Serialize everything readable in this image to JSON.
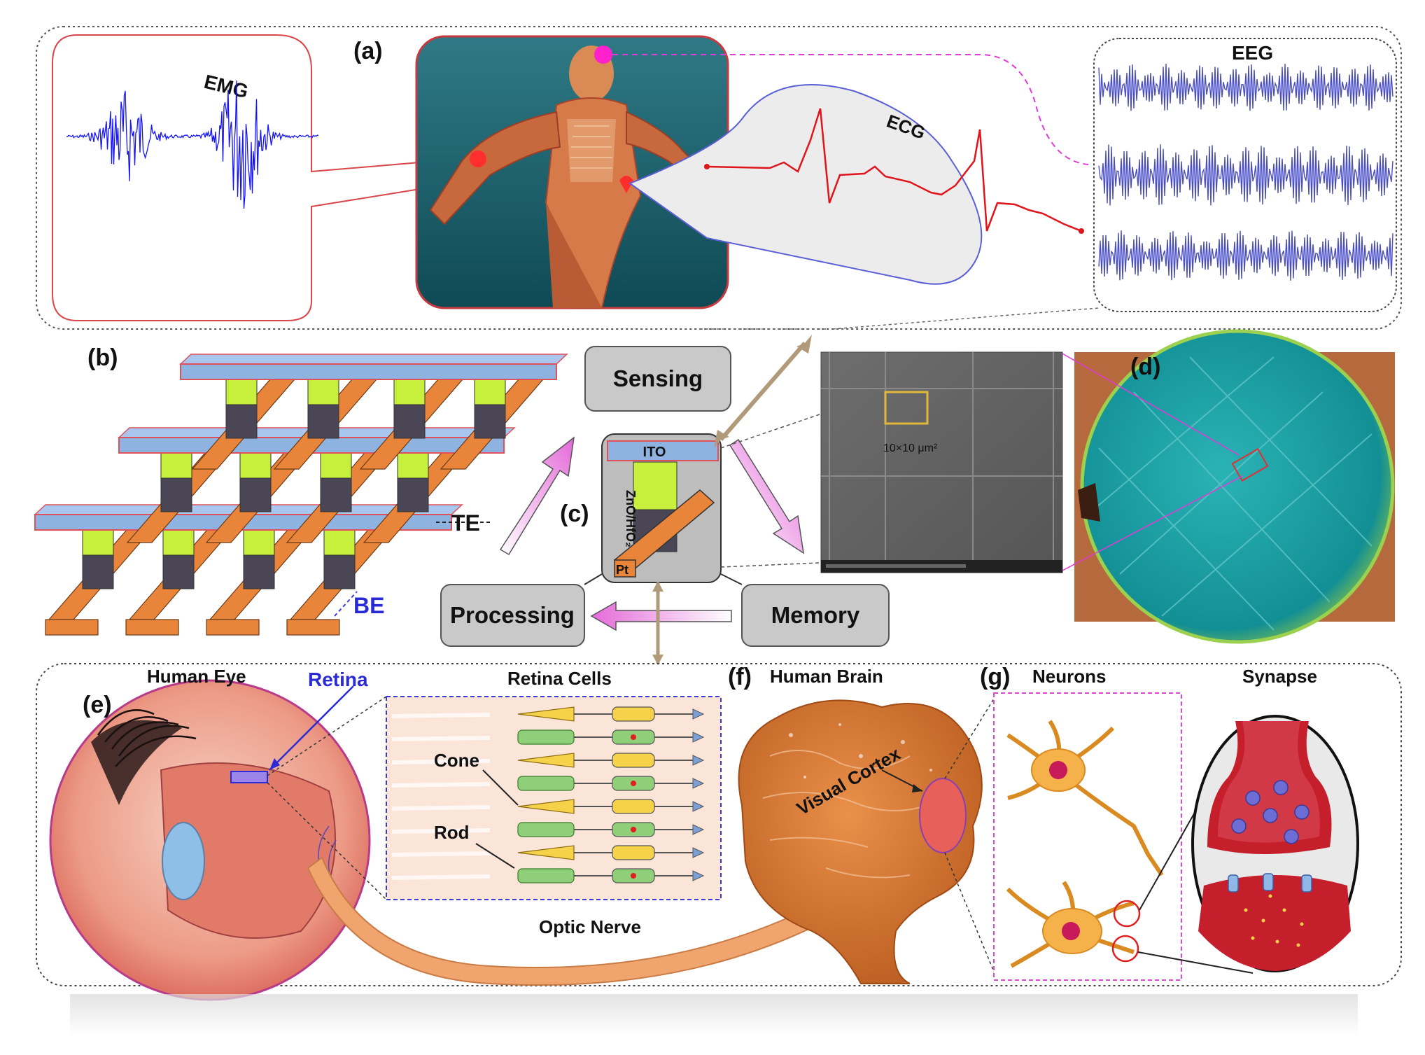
{
  "panels": {
    "a": "(a)",
    "b": "(b)",
    "c": "(c)",
    "d": "(d)",
    "e": "(e)",
    "f": "(f)",
    "g": "(g)"
  },
  "signals": {
    "emg": "EMG",
    "ecg": "ECG",
    "eeg": "EEG"
  },
  "crossbar": {
    "te": "TE",
    "be": "BE"
  },
  "device": {
    "ito": "ITO",
    "layer": "ZnO/HfO₂",
    "pt": "Pt"
  },
  "functions": {
    "sensing": "Sensing",
    "processing": "Processing",
    "memory": "Memory"
  },
  "sem": {
    "scale": "10×10 μm²"
  },
  "bio": {
    "human_eye": "Human Eye",
    "retina": "Retina",
    "retina_cells": "Retina Cells",
    "cone": "Cone",
    "rod": "Rod",
    "optic_nerve": "Optic Nerve",
    "human_brain": "Human Brain",
    "visual_cortex": "Visual Cortex",
    "neurons": "Neurons",
    "synapse": "Synapse"
  },
  "colors": {
    "emg_wave": "#1414ff",
    "ecg_wave": "#e0151b",
    "eeg_wave": "#4a4fc7",
    "crossbar_top": "#8fb3e0",
    "crossbar_bottom": "#e8853a",
    "switch_layer": "#c7f03d",
    "switch_base": "#4a4655",
    "wafer": "#19a3a6",
    "brain": "#d9752e",
    "eye": "#f0a090",
    "arrow_pink": "#e98be0",
    "box_grey": "#cfcfcf"
  }
}
